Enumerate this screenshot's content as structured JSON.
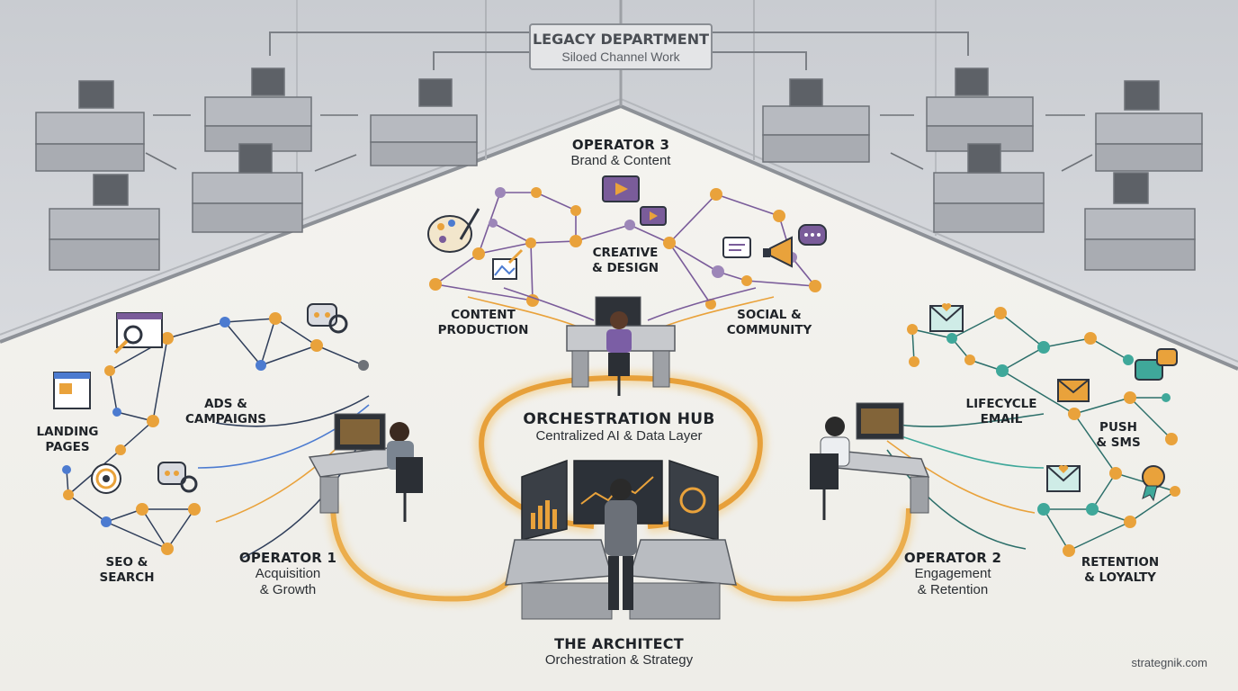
{
  "legacy": {
    "title": "LEGACY DEPARTMENT",
    "subtitle": "Siloed Channel Work"
  },
  "operator3": {
    "title": "OPERATOR 3",
    "subtitle": "Brand & Content"
  },
  "operator1": {
    "title": "OPERATOR 1",
    "subtitle_line1": "Acquisition",
    "subtitle_line2": "& Growth"
  },
  "operator2": {
    "title": "OPERATOR 2",
    "subtitle_line1": "Engagement",
    "subtitle_line2": "& Retention"
  },
  "hub": {
    "title": "ORCHESTRATION HUB",
    "subtitle": "Centralized AI & Data Layer"
  },
  "architect": {
    "title": "THE ARCHITECT",
    "subtitle": "Orchestration & Strategy"
  },
  "nodes": {
    "creative": {
      "line1": "CREATIVE",
      "line2": "& DESIGN"
    },
    "content": {
      "line1": "CONTENT",
      "line2": "PRODUCTION"
    },
    "social": {
      "line1": "SOCIAL &",
      "line2": "COMMUNITY"
    },
    "ads": {
      "line1": "ADS &",
      "line2": "CAMPAIGNS"
    },
    "landing": {
      "line1": "LANDING",
      "line2": "PAGES"
    },
    "seo": {
      "line1": "SEO &",
      "line2": "SEARCH"
    },
    "lifecycle": {
      "line1": "LIFECYCLE",
      "line2": "EMAIL"
    },
    "push": {
      "line1": "PUSH",
      "line2": "& SMS"
    },
    "retention": {
      "line1": "RETENTION",
      "line2": "& LOYALTY"
    }
  },
  "footer": "strategnik.com",
  "colors": {
    "orange": "#e9a23b",
    "purple": "#7a5c9a",
    "blue": "#4c7bd0",
    "teal": "#3fa89a",
    "navy": "#2f3e5a",
    "legacy_gray": "#9a9ea4"
  }
}
